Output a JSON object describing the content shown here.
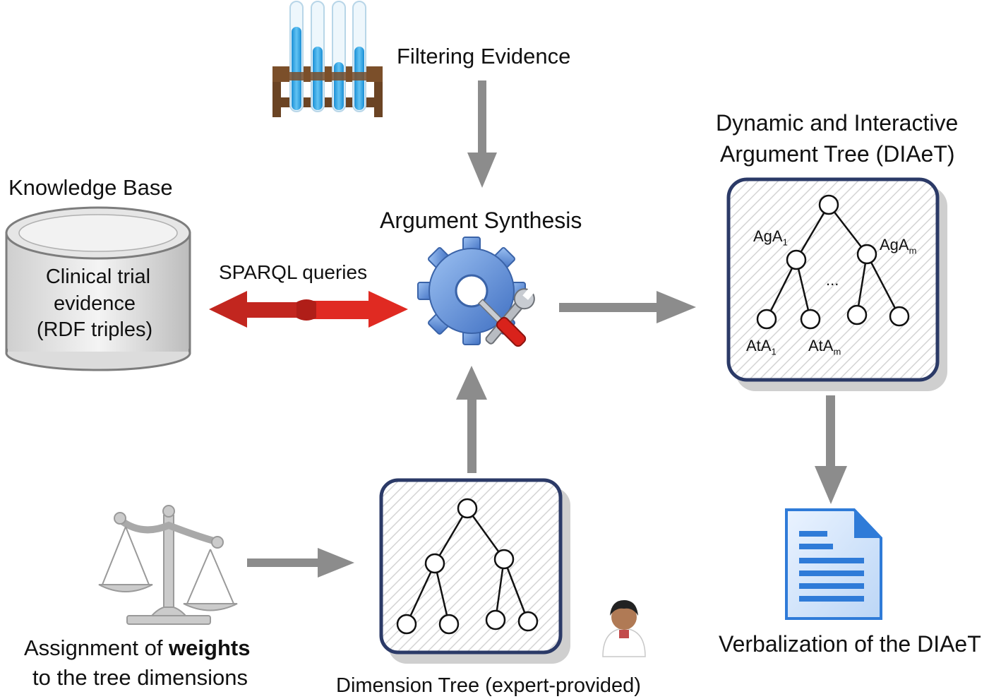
{
  "filtering": {
    "label": "Filtering Evidence"
  },
  "synthesis": {
    "label": "Argument Synthesis"
  },
  "knowledge_base": {
    "title": "Knowledge Base",
    "line1": "Clinical trial",
    "line2": "evidence",
    "line3": "(RDF triples)"
  },
  "sparql": {
    "label": "SPARQL queries"
  },
  "diaet": {
    "title_line1": "Dynamic and Interactive",
    "title_line2": "Argument Tree (DIAeT)",
    "node_aga": "AgA",
    "sub_1": "1",
    "sub_m": "m",
    "node_ata": "AtA",
    "ellipsis": "..."
  },
  "weights": {
    "line1_prefix": "Assignment of ",
    "line1_bold": "weights",
    "line2": "to the tree dimensions"
  },
  "dimension_tree": {
    "label": "Dimension Tree (expert-provided)"
  },
  "verbalization": {
    "label": "Verbalization of the DIAeT"
  },
  "colors": {
    "arrow": "#8c8c8c",
    "box_border": "#2b3a67",
    "gear": "#5f8fd6",
    "sparql_arrow": "#d9231d",
    "document": "#2f7bd8"
  }
}
